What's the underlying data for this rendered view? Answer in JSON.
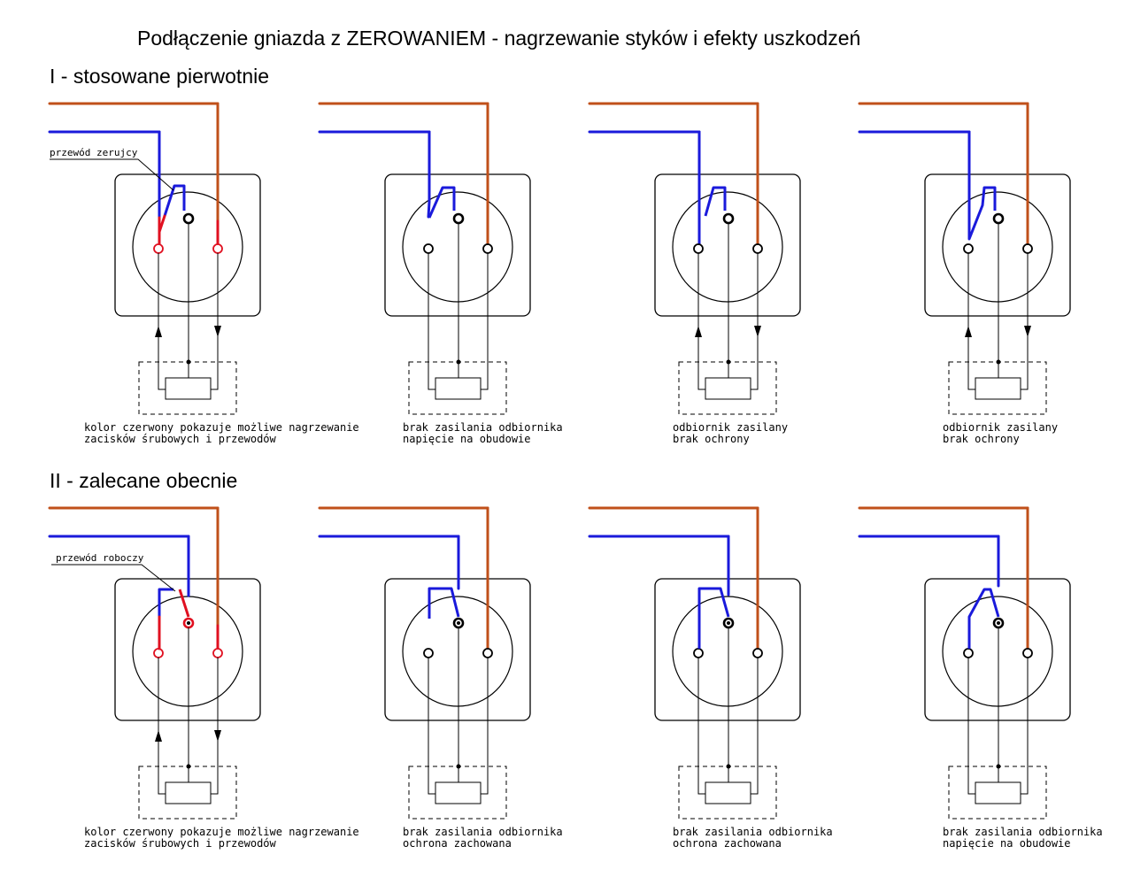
{
  "title": "Podłączenie gniazda z ZEROWANIEM - nagrzewanie styków i efekty uszkodzeń",
  "sections": [
    {
      "heading": "I - stosowane pierwotnie",
      "wire_label": "przewód zerujcy",
      "panels": [
        {
          "caption": [
            "kolor czerwony pokazuje możliwe nagrzewanie",
            "zacisków śrubowych i przewodów"
          ]
        },
        {
          "caption": [
            "brak zasilania odbiornika",
            "napięcie na obudowie"
          ]
        },
        {
          "caption": [
            "odbiornik zasilany",
            "brak ochrony"
          ]
        },
        {
          "caption": [
            "odbiornik zasilany",
            "brak ochrony"
          ]
        }
      ]
    },
    {
      "heading": "II - zalecane obecnie",
      "wire_label": "przewód roboczy",
      "panels": [
        {
          "caption": [
            "kolor czerwony pokazuje możliwe nagrzewanie",
            "zacisków śrubowych i przewodów"
          ]
        },
        {
          "caption": [
            "brak zasilania odbiornika",
            "ochrona zachowana"
          ]
        },
        {
          "caption": [
            "brak zasilania odbiornika",
            "ochrona zachowana"
          ]
        },
        {
          "caption": [
            "brak zasilania odbiornika",
            "napięcie na obudowie"
          ]
        }
      ]
    }
  ],
  "colors": {
    "phase": "#c0501a",
    "neutral": "#1a1adb",
    "heat": "#e01020",
    "line": "#000000"
  }
}
